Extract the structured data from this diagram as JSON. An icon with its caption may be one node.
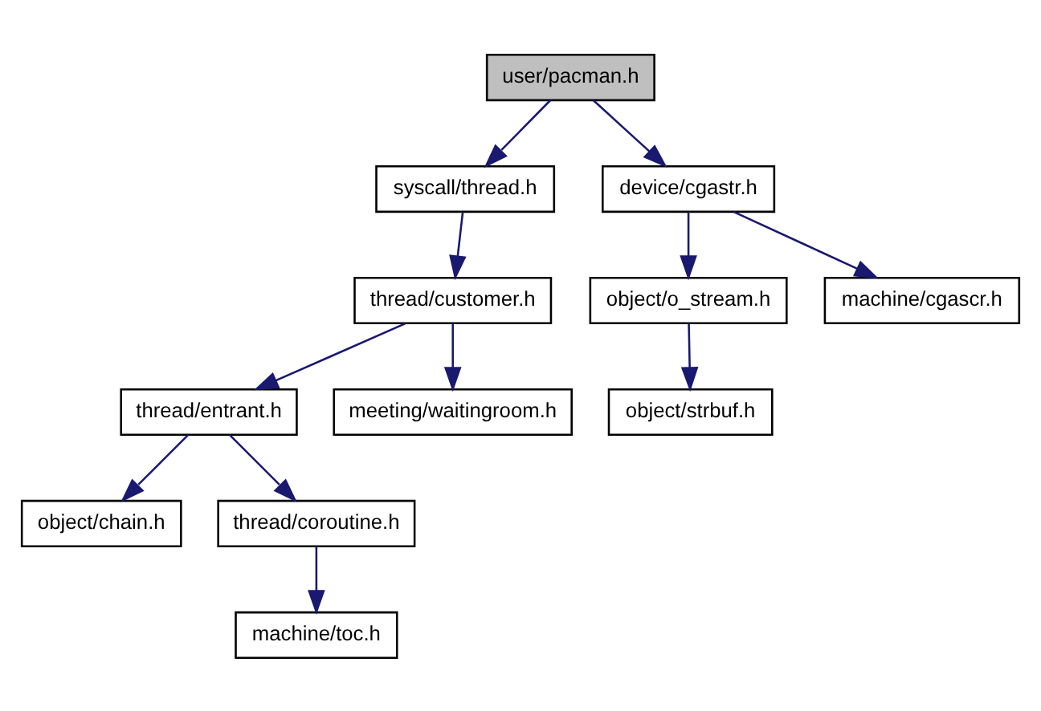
{
  "diagram": {
    "nodes": [
      {
        "text": [
          "user/pacman.h"
        ]
      },
      {
        "text": [
          "syscall/thread.h"
        ]
      },
      {
        "text": [
          "device/cgastr.h"
        ]
      },
      {
        "text": [
          "thread/customer.h"
        ]
      },
      {
        "text": [
          "object/o_stream.h"
        ]
      },
      {
        "text": [
          "machine/cgascr.h"
        ]
      },
      {
        "text": [
          "thread/entrant.h"
        ]
      },
      {
        "text": [
          "meeting/waitingroom.h"
        ]
      },
      {
        "text": [
          "object/strbuf.h"
        ]
      },
      {
        "text": [
          "object/chain.h"
        ]
      },
      {
        "text": [
          "thread/coroutine.h"
        ]
      },
      {
        "text": [
          "machine/toc.h"
        ]
      }
    ],
    "edges": [
      {
        "from": 0,
        "to": 1,
        "arrow": "to"
      },
      {
        "from": 0,
        "to": 2,
        "arrow": "to"
      },
      {
        "from": 1,
        "to": 3,
        "arrow": "to"
      },
      {
        "from": 2,
        "to": 4,
        "arrow": "to"
      },
      {
        "from": 2,
        "to": 5,
        "arrow": "to"
      },
      {
        "from": 3,
        "to": 6,
        "arrow": "to"
      },
      {
        "from": 3,
        "to": 7,
        "arrow": "to"
      },
      {
        "from": 4,
        "to": 8,
        "arrow": "to"
      },
      {
        "from": 6,
        "to": 9,
        "arrow": "to"
      },
      {
        "from": 6,
        "to": 10,
        "arrow": "to"
      },
      {
        "from": 10,
        "to": 11,
        "arrow": "to"
      }
    ]
  }
}
